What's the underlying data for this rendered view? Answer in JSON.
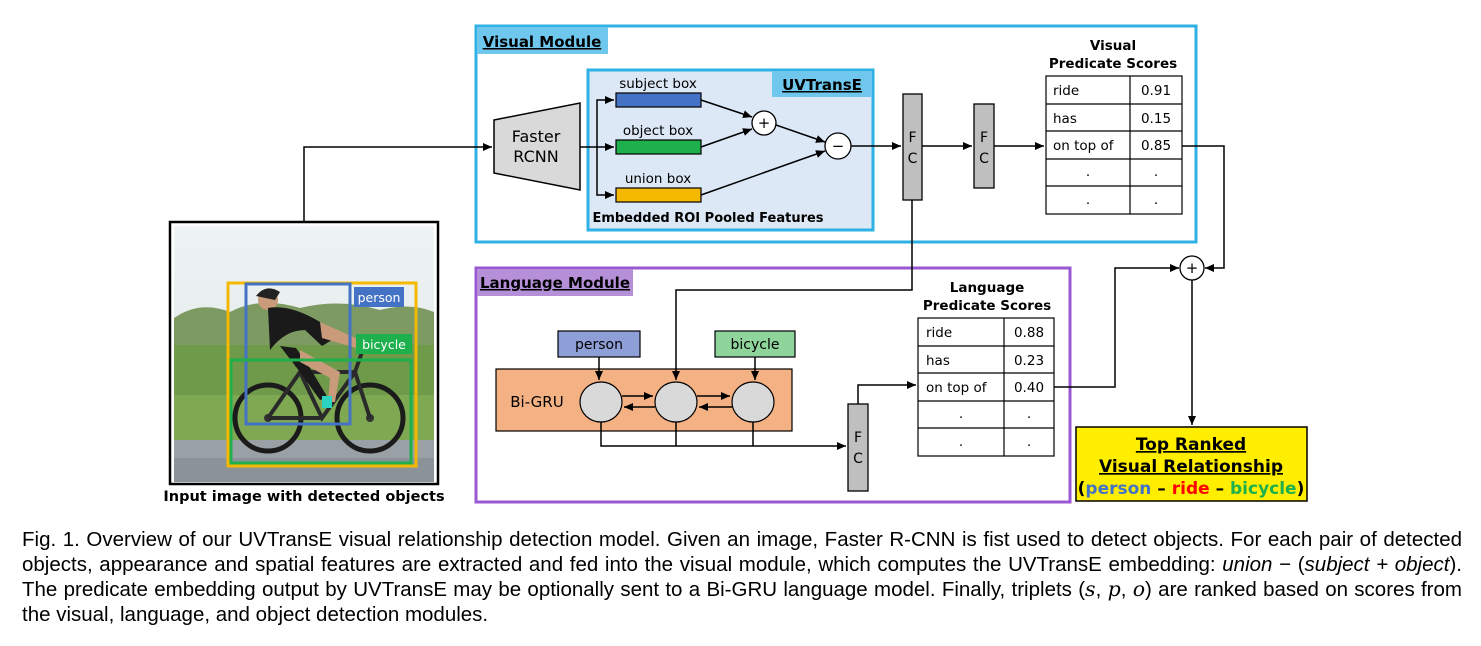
{
  "visual_module": {
    "title": "Visual Module",
    "faster_rcnn": [
      "Faster",
      "RCNN"
    ],
    "uvtranse_title": "UVTransE",
    "subject_box": "subject box",
    "object_box": "object box",
    "union_box": "union box",
    "plus_op": "+",
    "minus_op": "−",
    "embedded_label": "Embedded ROI Pooled Features",
    "fc1": [
      "F",
      "C"
    ],
    "fc2": [
      "F",
      "C"
    ]
  },
  "visual_scores": {
    "title": [
      "Visual",
      "Predicate Scores"
    ],
    "rows": [
      {
        "label": "ride",
        "value": "0.91"
      },
      {
        "label": "has",
        "value": "0.15"
      },
      {
        "label": "on top of",
        "value": "0.85"
      },
      {
        "label": ".",
        "value": "."
      },
      {
        "label": ".",
        "value": "."
      }
    ]
  },
  "input_image": {
    "caption": "Input image with detected objects",
    "person_label": "person",
    "bicycle_label": "bicycle"
  },
  "language_module": {
    "title": "Language Module",
    "person": "person",
    "bicycle": "bicycle",
    "bigru": "Bi-GRU",
    "fc": [
      "F",
      "C"
    ]
  },
  "language_scores": {
    "title": [
      "Language",
      "Predicate Scores"
    ],
    "rows": [
      {
        "label": "ride",
        "value": "0.88"
      },
      {
        "label": "has",
        "value": "0.23"
      },
      {
        "label": "on top of",
        "value": "0.40"
      },
      {
        "label": ".",
        "value": "."
      },
      {
        "label": ".",
        "value": "."
      }
    ]
  },
  "sum_op": "+",
  "top_ranked": {
    "line1": "Top Ranked",
    "line2": "Visual Relationship",
    "open_paren": "(",
    "person": "person",
    "dash1": " – ",
    "ride": "ride",
    "dash2": " – ",
    "bicycle": "bicycle",
    "close_paren": ")"
  },
  "caption": {
    "part1": "Fig. 1. Overview of our UVTransE visual relationship detection model. Given an image, Faster R-CNN is fist used to detect objects. For each pair of detected objects, appearance and spatial features are extracted and fed into the visual module, which computes the UVTransE embedding: ",
    "union": "union",
    "part2": " − (",
    "subject_plus_object": "subject + object",
    "part3": "). The predicate embedding output by UVTransE may be optionally sent to a Bi-GRU language model. Finally, triplets (",
    "s": "s",
    "comma1": ", ",
    "p": "p",
    "comma2": ", ",
    "o": "o",
    "part4": ") are ranked based on scores from the visual, language, and object detection modules."
  },
  "colors": {
    "visual_border": "#2eb2e6",
    "visual_label_bg": "#6fc7ee",
    "uvtranse_bg": "#dce8f6",
    "language_border": "#9a57d2",
    "language_label_bg": "#b68fd9",
    "subject_box": "#4472c4",
    "object_box": "#1db04c",
    "union_box": "#f5b800",
    "person_label_bg": "#8e9ed6",
    "bicycle_label_bg": "#8fd49a",
    "bigru_bg": "#f4b183",
    "top_ranked_bg": "#ffee00",
    "person_text": "#4472c4",
    "ride_text": "#ff0000",
    "bicycle_text": "#1db04c"
  }
}
